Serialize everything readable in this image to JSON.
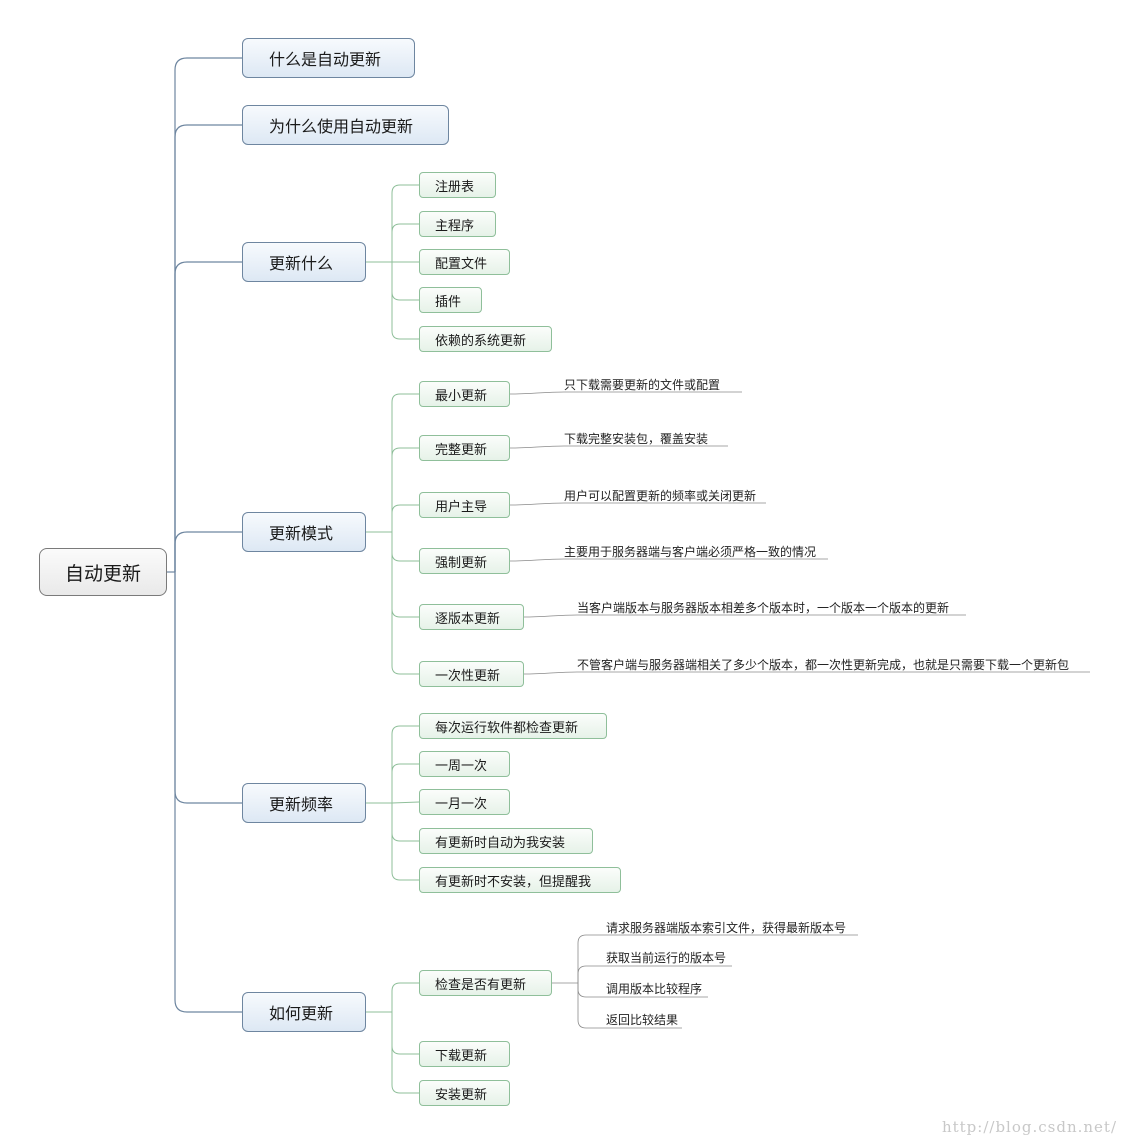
{
  "root": {
    "label": "自动更新"
  },
  "branches": [
    {
      "label": "什么是自动更新",
      "children": []
    },
    {
      "label": "为什么使用自动更新",
      "children": []
    },
    {
      "label": "更新什么",
      "children": [
        {
          "label": "注册表"
        },
        {
          "label": "主程序"
        },
        {
          "label": "配置文件"
        },
        {
          "label": "插件"
        },
        {
          "label": "依赖的系统更新"
        }
      ]
    },
    {
      "label": "更新模式",
      "children": [
        {
          "label": "最小更新",
          "notes": [
            "只下载需要更新的文件或配置"
          ]
        },
        {
          "label": "完整更新",
          "notes": [
            "下载完整安装包，覆盖安装"
          ]
        },
        {
          "label": "用户主导",
          "notes": [
            "用户可以配置更新的频率或关闭更新"
          ]
        },
        {
          "label": "强制更新",
          "notes": [
            "主要用于服务器端与客户端必须严格一致的情况"
          ]
        },
        {
          "label": "逐版本更新",
          "notes": [
            "当客户端版本与服务器版本相差多个版本时，一个版本一个版本的更新"
          ]
        },
        {
          "label": "一次性更新",
          "notes": [
            "不管客户端与服务器端相关了多少个版本，都一次性更新完成，也就是只需要下载一个更新包"
          ]
        }
      ]
    },
    {
      "label": "更新频率",
      "children": [
        {
          "label": "每次运行软件都检查更新"
        },
        {
          "label": "一周一次"
        },
        {
          "label": "一月一次"
        },
        {
          "label": "有更新时自动为我安装"
        },
        {
          "label": "有更新时不安装，但提醒我"
        }
      ]
    },
    {
      "label": "如何更新",
      "children": [
        {
          "label": "检查是否有更新",
          "notes": [
            "请求服务器端版本索引文件，获得最新版本号",
            "获取当前运行的版本号",
            "调用版本比较程序",
            "返回比较结果"
          ]
        },
        {
          "label": "下载更新"
        },
        {
          "label": "安装更新"
        }
      ]
    }
  ],
  "watermark": "http://blog.csdn.net/",
  "colors": {
    "main_link": "#6e86a0",
    "sub_link": "#8fbf9a",
    "note_line": "#8a8a8a"
  }
}
